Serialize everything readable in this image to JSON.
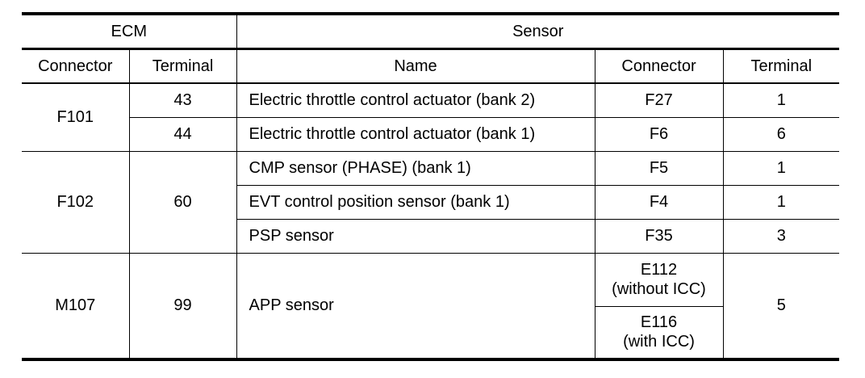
{
  "headers": {
    "ecm": "ECM",
    "sensor": "Sensor",
    "ecm_connector": "Connector",
    "ecm_terminal": "Terminal",
    "sensor_name": "Name",
    "sensor_connector": "Connector",
    "sensor_terminal": "Terminal"
  },
  "groups": [
    {
      "ecm_connector": "F101",
      "rows": [
        {
          "ecm_terminal": "43",
          "name": "Electric throttle control actuator (bank 2)",
          "connector": "F27",
          "terminal": "1"
        },
        {
          "ecm_terminal": "44",
          "name": "Electric throttle control actuator (bank 1)",
          "connector": "F6",
          "terminal": "6"
        }
      ]
    },
    {
      "ecm_connector": "F102",
      "ecm_terminal": "60",
      "rows": [
        {
          "name": "CMP sensor (PHASE) (bank 1)",
          "connector": "F5",
          "terminal": "1"
        },
        {
          "name": "EVT control position sensor (bank 1)",
          "connector": "F4",
          "terminal": "1"
        },
        {
          "name": "PSP sensor",
          "connector": "F35",
          "terminal": "3"
        }
      ]
    },
    {
      "ecm_connector": "M107",
      "ecm_terminal": "99",
      "name": "APP sensor",
      "terminal": "5",
      "connectors": [
        {
          "line1": "E112",
          "line2": "(without ICC)"
        },
        {
          "line1": "E116",
          "line2": "(with ICC)"
        }
      ]
    }
  ]
}
